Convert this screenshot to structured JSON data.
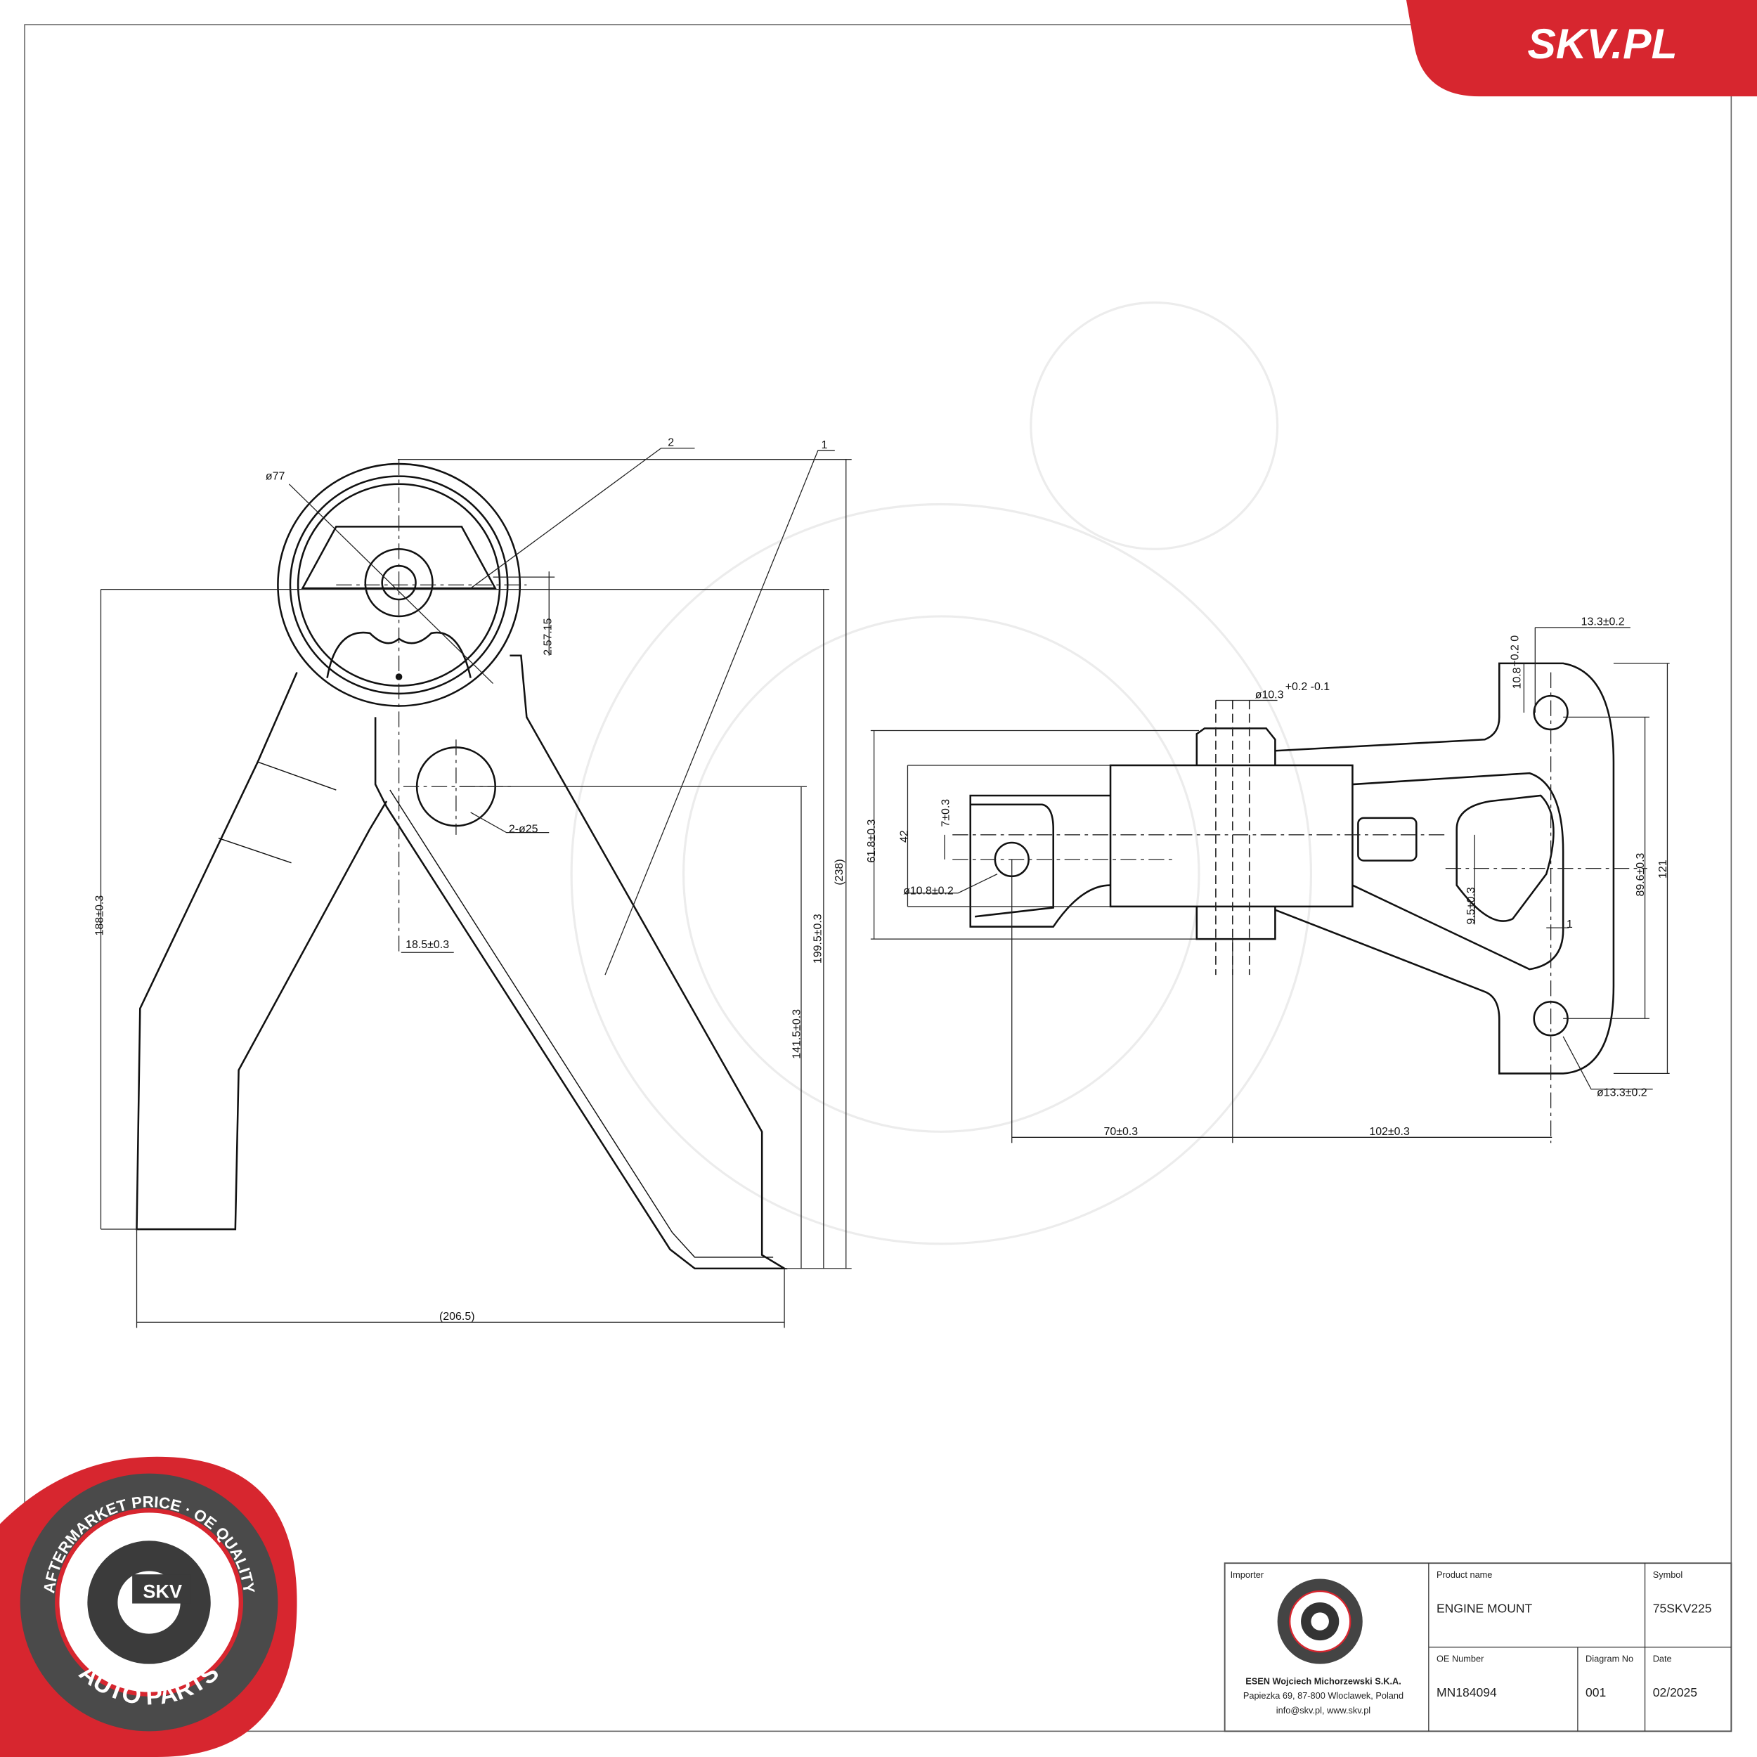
{
  "brand": {
    "banner_text": "SKV.PL",
    "color": "#d7262f",
    "badge_top": "AFTERMARKET PRICE · OE QUALITY",
    "badge_center": "SKV",
    "badge_bottom": "AUTO PARTS"
  },
  "left_view": {
    "labels": {
      "dia_77": "ø77",
      "item_2": "2",
      "item_1": "1",
      "offset": "2.57.15",
      "holes": "2-ø25",
      "d18": "18.5±0.3",
      "d188": "188±0.3",
      "d199": "199.5±0.3",
      "d238": "(238)",
      "d141": "141.5±0.3",
      "d206": "(206.5)"
    }
  },
  "right_view": {
    "labels": {
      "d13_top": "13.3±0.2",
      "d10_8": "10.8",
      "d10_8_tol": "+0.2 0",
      "d10_3": "ø10.3",
      "d10_3_tol": "+0.2 -0.1",
      "d61": "61.8±0.3",
      "d42": "42",
      "d7": "7±0.3",
      "d10_8b": "ø10.8±0.2",
      "d9_5": "9.5±0.3",
      "d1": "1",
      "d89": "89.6±0.3",
      "d121": "121",
      "d13_hole": "ø13.3±0.2",
      "d70": "70±0.3",
      "d102": "102±0.3"
    }
  },
  "title_block": {
    "importer_label": "Importer",
    "importer_name": "ESEN Wojciech Michorzewski S.K.A.",
    "importer_address": "Papiezka 69, 87-800 Wloclawek, Poland",
    "importer_contact": "info@skv.pl, www.skv.pl",
    "product_label": "Product name",
    "product": "ENGINE MOUNT",
    "symbol_label": "Symbol",
    "symbol": "75SKV225",
    "oe_label": "OE Number",
    "oe": "MN184094",
    "diagram_label": "Diagram No",
    "diagram": "001",
    "date_label": "Date",
    "date": "02/2025"
  }
}
